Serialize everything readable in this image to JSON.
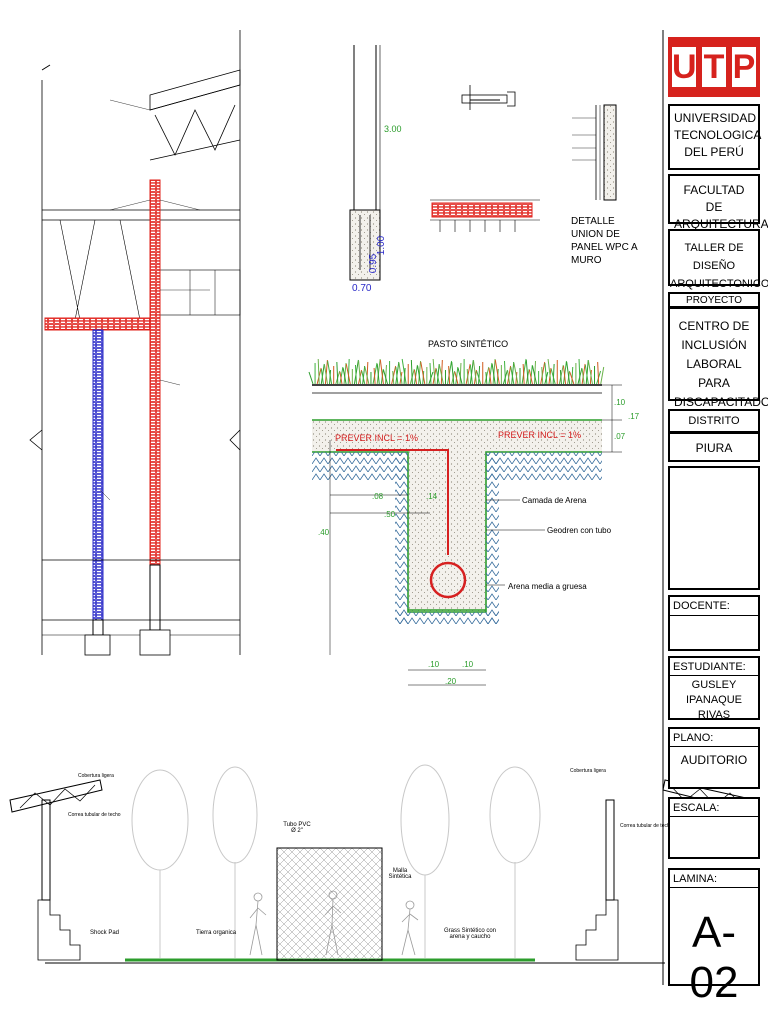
{
  "logo": {
    "letters": [
      "U",
      "T",
      "P"
    ],
    "brand_color": "#d6221d"
  },
  "title_block": {
    "university": "UNIVERSIDAD TECNOLOGICA DEL PERÚ",
    "faculty": "FACULTAD DE ARQUITECTURA",
    "course": "TALLER DE DISEÑO ARQUITECTONICO V",
    "project_label": "PROYECTO",
    "project_name": "CENTRO DE INCLUSIÓN LABORAL PARA DISCAPACITADOS",
    "district_label": "DISTRITO",
    "district": "PIURA",
    "teacher_label": "DOCENTE:",
    "teacher": "",
    "student_label": "ESTUDIANTE:",
    "student": "GUSLEY IPANAQUE RIVAS",
    "plan_label": "PLANO:",
    "plan": "AUDITORIO",
    "scale_label": "ESCALA:",
    "scale": "",
    "sheet_label": "LAMINA:",
    "sheet": "A-02"
  },
  "details": {
    "grass_title": "PASTO SINTÉTICO",
    "slope_left": "PREVER INCL = 1%",
    "slope_right": "PREVER INCL = 1%",
    "sand_layer": "Camada de Arena",
    "geodrain": "Geodren con tubo",
    "sand_medium": "Arena media a gruesa",
    "wpc_detail": "DETALLE UNION DE PANEL WPC A MURO",
    "dim_100": "1.00",
    "dim_300": "3.00",
    "dim_070": "0.70",
    "dim_095": "0.95",
    "dim_10": ".10",
    "dim_07": ".07",
    "dim_17": ".17",
    "dim_40": ".40",
    "dim_50": ".50",
    "dim_08": ".08",
    "dim_14": ".14",
    "dim_20": ".20",
    "dim_10b": ".10",
    "dim_10c": ".10"
  },
  "elevation": {
    "tube": "Tubo PVC Ø 2\"",
    "mesh": "Malla Sintética",
    "shock_pad": "Shock Pad",
    "soil": "Tierra organica",
    "grass": "Grass Sintético con arena y caucho",
    "cover_light_left": "Cobertura ligera",
    "cover_light_right": "Cobertura ligera",
    "truss_left": "Correa tubular de techo",
    "truss_right": "Correa tubular de techo"
  }
}
